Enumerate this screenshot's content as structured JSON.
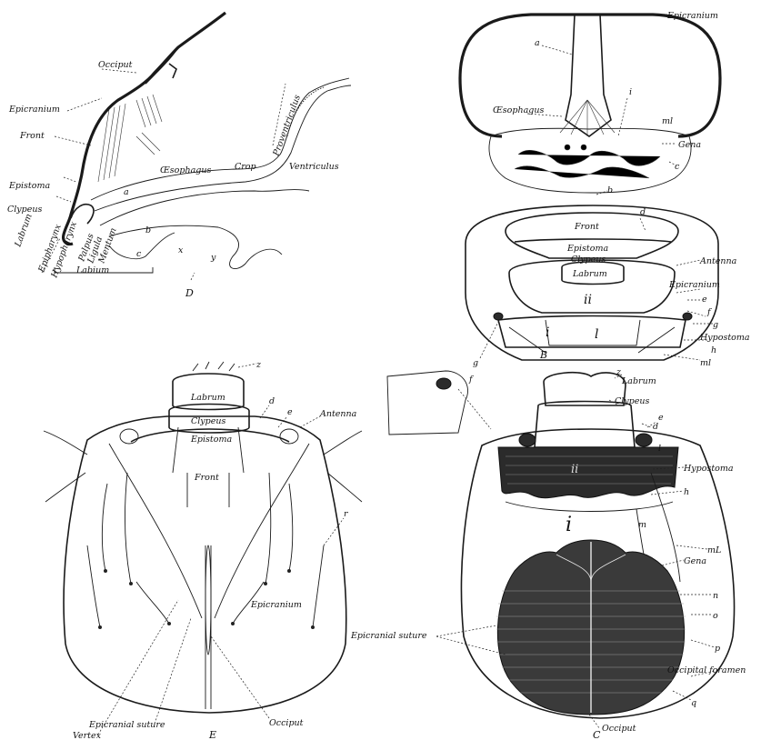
{
  "figures": {
    "D": {
      "letter": "D",
      "labels": {
        "occiput": "Occiput",
        "epicranium": "Epicranium",
        "front": "Front",
        "epistoma": "Epistoma",
        "clypeus": "Clypeus",
        "labrum": "Labrum",
        "epipharynx": "Epipharynx",
        "hypopharynx": "Hypopharynx",
        "palpus": "Palpus",
        "ligula": "Ligula",
        "mentum": "Mentum",
        "labium": "Labium",
        "oesophagus": "Œsophagus",
        "crop": "Crop",
        "proventriculus": "Proventriculus",
        "ventriculus": "Ventriculus",
        "a": "a",
        "b": "b",
        "c": "c",
        "x": "x",
        "y": "y"
      }
    },
    "A": {
      "labels": {
        "epicranium": "Epicranium",
        "a": "a",
        "oesophagus": "Œsophagus",
        "ml": "ml",
        "gena": "Gena",
        "c": "c",
        "b": "b",
        "i": "i"
      }
    },
    "B": {
      "letter": "B",
      "labels": {
        "front": "Front",
        "d": "d",
        "epistoma": "Epistoma",
        "clypeus": "Clypeus",
        "labrum": "Labrum",
        "antenna": "Antenna",
        "epicranium": "Epicranium",
        "ii": "ii",
        "e": "e",
        "f": "f",
        "i": "i",
        "l": "l",
        "g": "g",
        "g_left": "g",
        "hypostoma": "Hypostoma",
        "h": "h",
        "ml": "ml"
      }
    },
    "E": {
      "letter": "E",
      "labels": {
        "z": "z",
        "labrum": "Labrum",
        "clypeus": "Clypeus",
        "epistoma": "Epistoma",
        "d": "d",
        "e": "e",
        "antenna": "Antenna",
        "front": "Front",
        "r": "r",
        "epicranium": "Epicranium",
        "vertex": "Vertex",
        "epicranial_suture": "Epicranial suture",
        "occiput": "Occiput"
      }
    },
    "C": {
      "letter": "C",
      "labels": {
        "z": "z",
        "labrum": "Labrum",
        "clypeus": "Clypeus",
        "f": "f",
        "d": "d",
        "e": "e",
        "hypostoma": "Hypostoma",
        "ii": "ii",
        "l": "l",
        "h": "h",
        "i": "i",
        "m": "m",
        "ml": "mL",
        "gena": "Gena",
        "n": "n",
        "o": "o",
        "p": "p",
        "epicranial_suture": "Epicranial suture",
        "occipital_foramen": "Occipital foramen",
        "q": "q",
        "occiput": "Occiput"
      }
    }
  }
}
